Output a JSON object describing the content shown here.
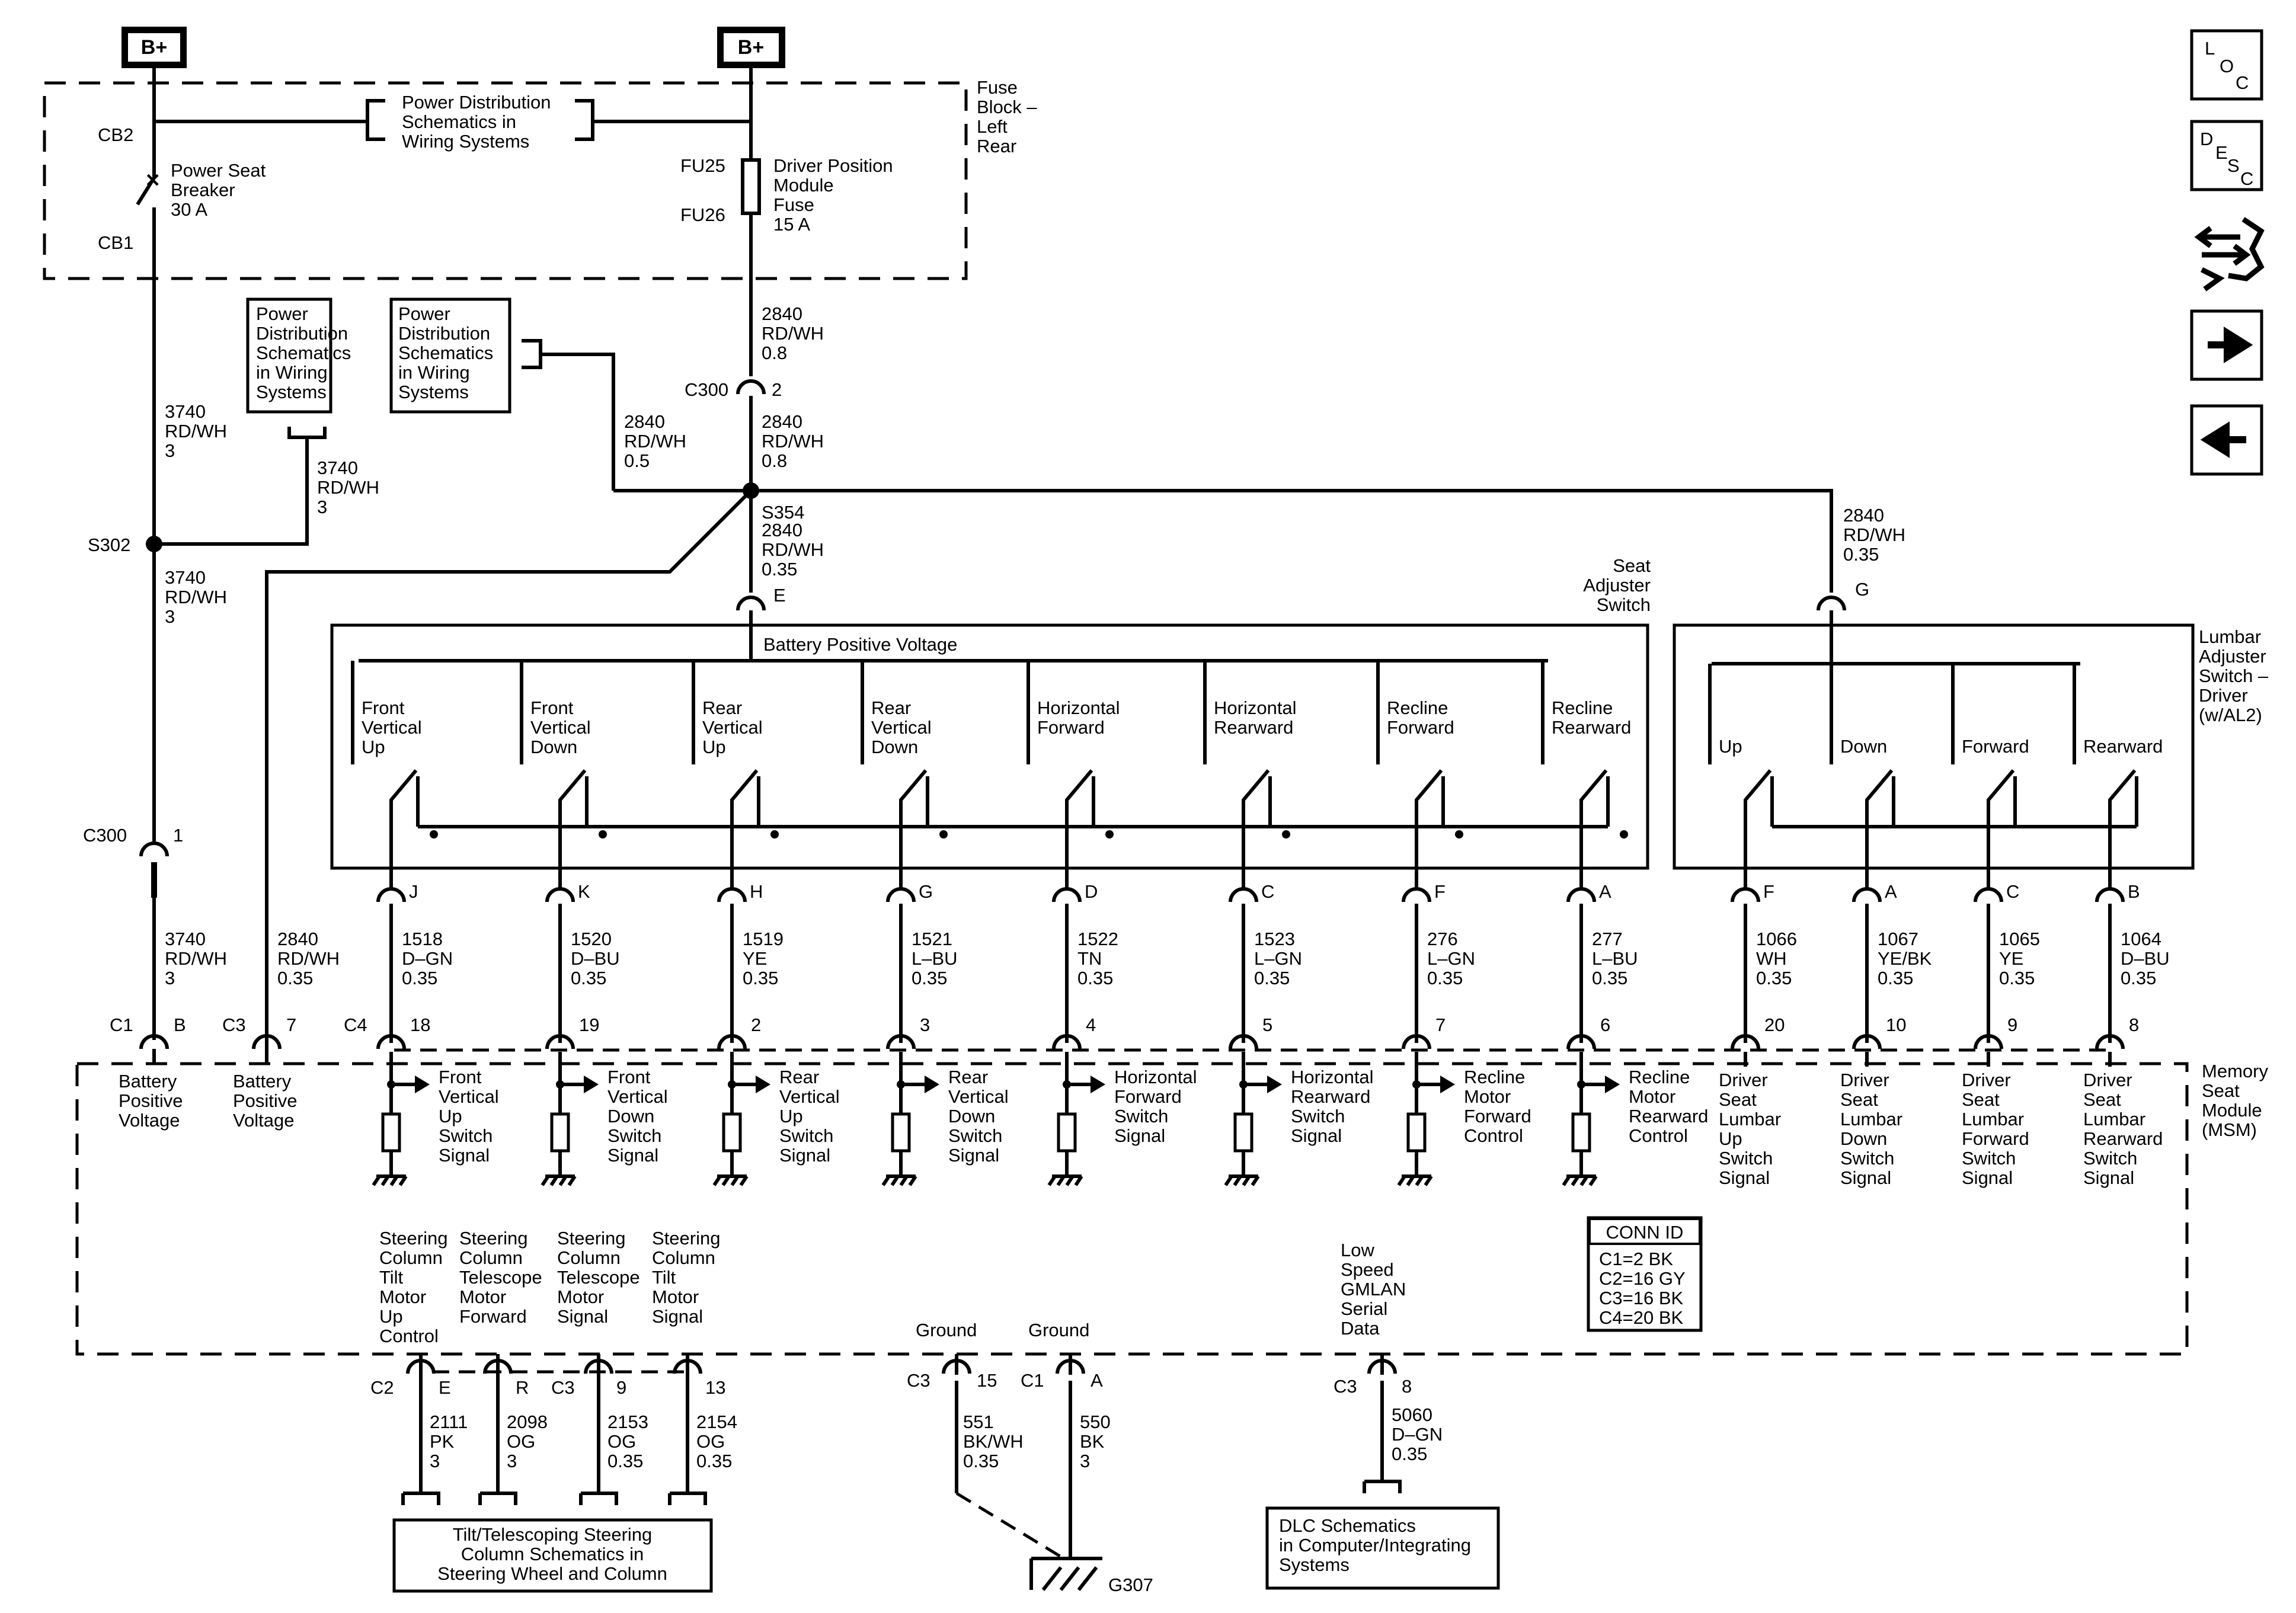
{
  "battery": {
    "left": "B+",
    "center": "B+"
  },
  "fuse_block": {
    "name": "Fuse\nBlock –\nLeft\nRear",
    "pd_ref": "Power Distribution\nSchematics in\nWiring Systems",
    "cb_top": "CB2",
    "cb_bot": "CB1",
    "breaker": "Power Seat\nBreaker\n30 A",
    "fu_top": "FU25",
    "fu_bot": "FU26",
    "fuse": "Driver Position\nModule\nFuse\n15 A"
  },
  "pd_box_1": "Power\nDistribution\nSchematics\nin Wiring\nSystems",
  "pd_box_2": "Power\nDistribution\nSchematics\nin Wiring\nSystems",
  "wires": {
    "w3740_a": "3740\nRD/WH\n3",
    "w3740_b": "3740\nRD/WH\n3",
    "w3740_c": "3740\nRD/WH\n3",
    "w3740_d": "3740\nRD/WH\n3",
    "w2840_a": "2840\nRD/WH\n0.8",
    "w2840_b": "2840\nRD/WH\n0.8",
    "w2840_c": "2840\nRD/WH\n0.5",
    "w2840_d": "2840\nRD/WH\n0.35",
    "w2840_e": "2840\nRD/WH\n0.35",
    "w2840_f": "2840\nRD/WH\n0.35"
  },
  "splices": {
    "s302": "S302",
    "s354": "S354"
  },
  "c300": {
    "top_name": "C300",
    "top_pin": "2",
    "bot_name": "C300",
    "bot_pin": "1"
  },
  "seat_switch": {
    "title": "Seat\nAdjuster\nSwitch",
    "bus": "Battery Positive Voltage",
    "pin_in": "E",
    "switches": [
      {
        "label": "Front\nVertical\nUp",
        "pin": "J",
        "wire": "1518\nD–GN\n0.35",
        "msm_pin": "18",
        "signal": "Front\nVertical\nUp\nSwitch\nSignal"
      },
      {
        "label": "Front\nVertical\nDown",
        "pin": "K",
        "wire": "1520\nD–BU\n0.35",
        "msm_pin": "19",
        "signal": "Front\nVertical\nDown\nSwitch\nSignal"
      },
      {
        "label": "Rear\nVertical\nUp",
        "pin": "H",
        "wire": "1519\nYE\n0.35",
        "msm_pin": "2",
        "signal": "Rear\nVertical\nUp\nSwitch\nSignal"
      },
      {
        "label": "Rear\nVertical\nDown",
        "pin": "G",
        "wire": "1521\nL–BU\n0.35",
        "msm_pin": "3",
        "signal": "Rear\nVertical\nDown\nSwitch\nSignal"
      },
      {
        "label": "Horizontal\nForward",
        "pin": "D",
        "wire": "1522\nTN\n0.35",
        "msm_pin": "4",
        "signal": "Horizontal\nForward\nSwitch\nSignal"
      },
      {
        "label": "Horizontal\nRearward",
        "pin": "C",
        "wire": "1523\nL–GN\n0.35",
        "msm_pin": "5",
        "signal": "Horizontal\nRearward\nSwitch\nSignal"
      },
      {
        "label": "Recline\nForward",
        "pin": "F",
        "wire": "276\nL–GN\n0.35",
        "msm_pin": "7",
        "signal": "Recline\nMotor\nForward\nControl"
      },
      {
        "label": "Recline\nRearward",
        "pin": "A",
        "wire": "277\nL–BU\n0.35",
        "msm_pin": "6",
        "signal": "Recline\nMotor\nRearward\nControl"
      }
    ]
  },
  "lumbar_switch": {
    "title": "Lumbar\nAdjuster\nSwitch –\nDriver\n(w/AL2)",
    "pin_in": "G",
    "switches": [
      {
        "label": "Up",
        "pin": "F",
        "wire": "1066\nWH\n0.35",
        "msm_pin": "20",
        "signal": "Driver\nSeat\nLumbar\nUp\nSwitch\nSignal"
      },
      {
        "label": "Down",
        "pin": "A",
        "wire": "1067\nYE/BK\n0.35",
        "msm_pin": "10",
        "signal": "Driver\nSeat\nLumbar\nDown\nSwitch\nSignal"
      },
      {
        "label": "Forward",
        "pin": "C",
        "wire": "1065\nYE\n0.35",
        "msm_pin": "9",
        "signal": "Driver\nSeat\nLumbar\nForward\nSwitch\nSignal"
      },
      {
        "label": "Rearward",
        "pin": "B",
        "wire": "1064\nD–BU\n0.35",
        "msm_pin": "8",
        "signal": "Driver\nSeat\nLumbar\nRearward\nSwitch\nSignal"
      }
    ]
  },
  "msm": {
    "title": "Memory\nSeat\nModule\n(MSM)",
    "c1": "C1",
    "c1_pin": "B",
    "c3": "C3",
    "c3_pin": "7",
    "c4": "C4",
    "batt_1": "Battery\nPositive\nVoltage",
    "batt_2": "Battery\nPositive\nVoltage",
    "conn_id_title": "CONN ID",
    "conn_id": "C1=2 BK\nC2=16 GY\nC3=16 BK\nC4=20 BK"
  },
  "bottom": {
    "steer": [
      {
        "label": "Steering\nColumn\nTilt\nMotor\nUp\nControl",
        "pin": "E",
        "wire": "2111\nPK\n3"
      },
      {
        "label": "Steering\nColumn\nTelescope\nMotor\nForward",
        "pin": "R",
        "wire": "2098\nOG\n3"
      },
      {
        "label": "Steering\nColumn\nTelescope\nMotor\nSignal",
        "pin": "9",
        "wire": "2153\nOG\n0.35"
      },
      {
        "label": "Steering\nColumn\nTilt\nMotor\nSignal",
        "pin": "13",
        "wire": "2154\nOG\n0.35"
      }
    ],
    "c2": "C2",
    "c3": "C3",
    "tilt_ref": "Tilt/Telescoping Steering\nColumn Schematics in\nSteering Wheel and Column",
    "ground_1": "Ground",
    "ground_1_conn": "C3",
    "ground_1_pin": "15",
    "ground_1_wire": "551\nBK/WH\n0.35",
    "ground_2": "Ground",
    "ground_2_conn": "C1",
    "ground_2_pin": "A",
    "ground_2_wire": "550\nBK\n3",
    "g307": "G307",
    "gmlan": "Low\nSpeed\nGMLAN\nSerial\nData",
    "gmlan_conn": "C3",
    "gmlan_pin": "8",
    "gmlan_wire": "5060\nD–GN\n0.35",
    "dlc_ref": "DLC Schematics\nin Computer/Integrating\nSystems"
  },
  "nav": {
    "loc": [
      "L",
      "O",
      "C"
    ],
    "desc": [
      "D",
      "E",
      "S",
      "C"
    ]
  }
}
